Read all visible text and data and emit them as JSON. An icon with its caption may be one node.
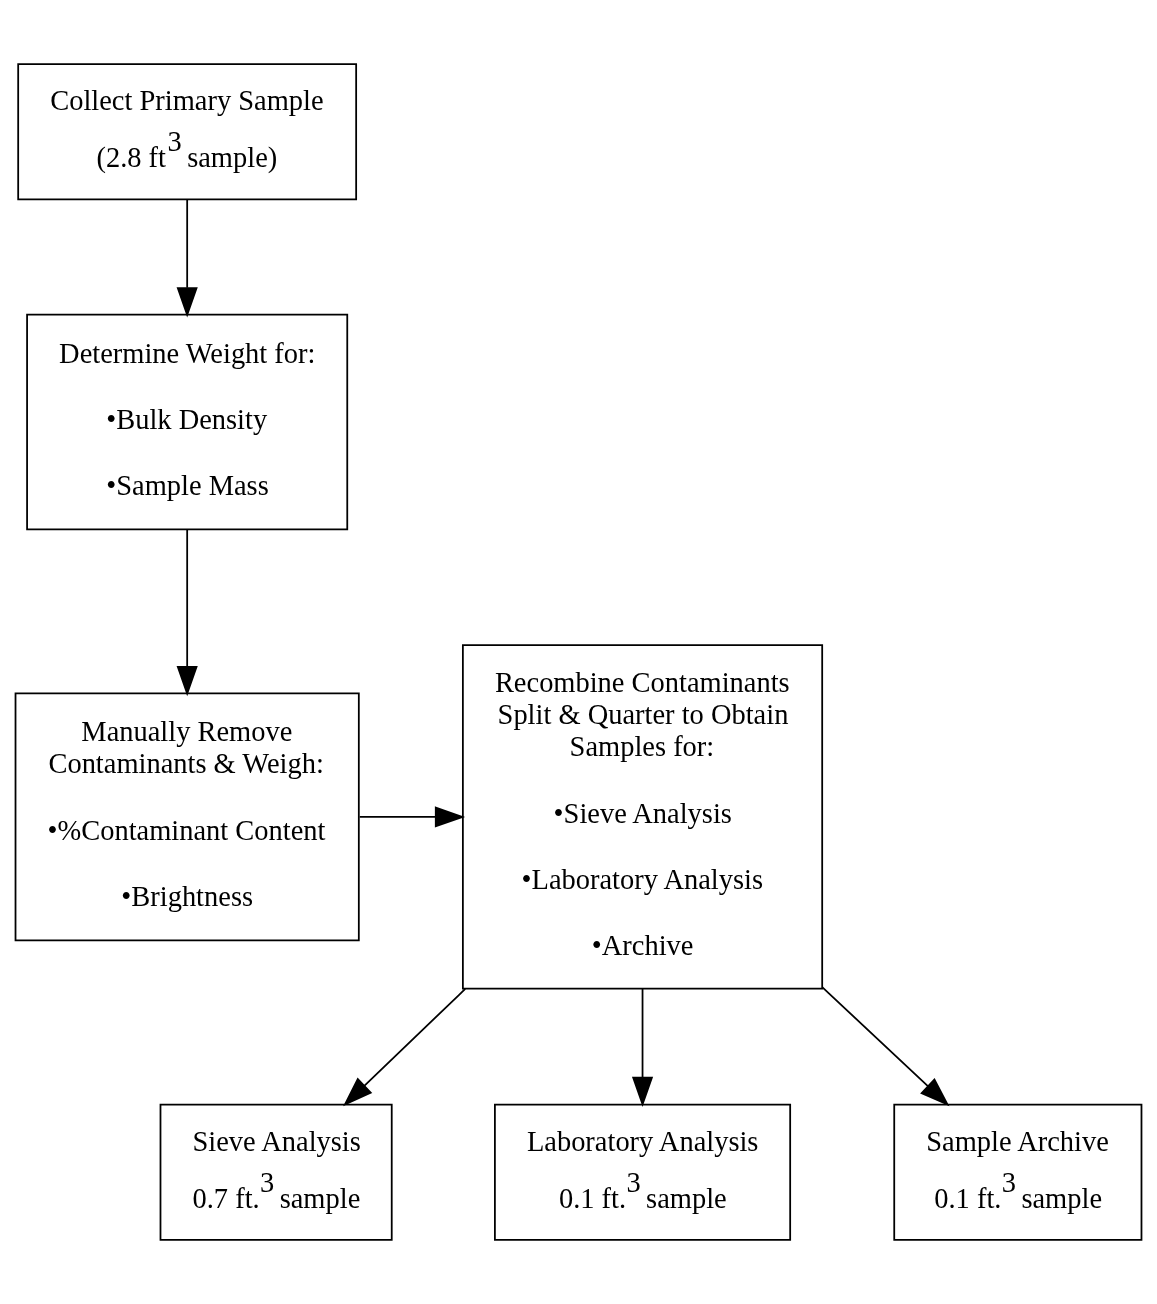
{
  "diagram": {
    "nodes": [
      {
        "text": [
          "Collect Primary Sample",
          "(2.8 ft$^{3}$ sample)"
        ]
      },
      {
        "text": [
          "Determine Weight for:",
          "•Bulk Density",
          "•Sample Mass"
        ]
      },
      {
        "text": [
          "Manually Remove Contaminants & Weigh:",
          "•%Contaminant Content",
          "•Brightness"
        ]
      },
      {
        "text": [
          "Recombine Contaminants Split & Quarter to Obtain Samples for:",
          "•Sieve Analysis",
          "•Laboratory Analysis",
          "•Archive"
        ]
      },
      {
        "text": [
          "Sieve Analysis",
          "0.7 ft.$^{3}$ sample"
        ]
      },
      {
        "text": [
          "Laboratory Analysis",
          "0.1 ft.$^{3}$ sample"
        ]
      },
      {
        "text": [
          "Sample Archive",
          "0.1 ft.$^{3}$ sample"
        ]
      }
    ],
    "edges": [
      {
        "from": 0,
        "to": 1,
        "arrow": "to"
      },
      {
        "from": 1,
        "to": 2,
        "arrow": "to"
      },
      {
        "from": 2,
        "to": 3,
        "arrow": "to"
      },
      {
        "from": 3,
        "to": 4,
        "arrow": "to"
      },
      {
        "from": 3,
        "to": 5,
        "arrow": "to"
      },
      {
        "from": 3,
        "to": 6,
        "arrow": "to"
      }
    ]
  }
}
